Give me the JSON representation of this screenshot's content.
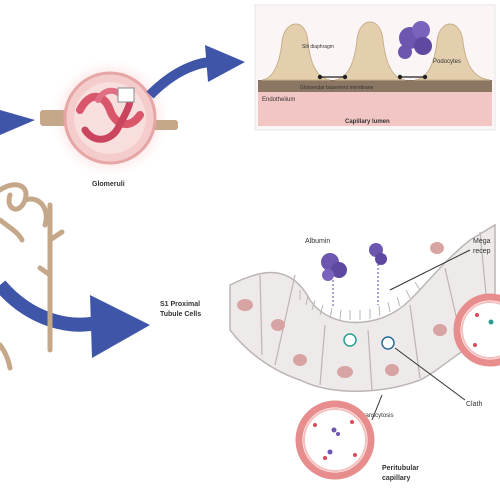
{
  "labels": {
    "glomeruli": "Glomeruli",
    "slit_diaphragm": "Slit diaphragm",
    "podocytes": "Podocytes",
    "gbm": "Glomerular basement membrane",
    "endothelium": "Endothelium",
    "capillary_lumen": "Capillary lumen",
    "albumin": "Albumin",
    "megalin_receptor": "Mega recep",
    "s1_tubule_line1": "S1 Proximal",
    "s1_tubule_line2": "Tubule Cells",
    "clathrin": "Clath",
    "transcytosis": "Transcytosis",
    "peritubular_line1": "Peritubular",
    "peritubular_line2": "capillary"
  },
  "colors": {
    "arrow_blue": "#3f56a8",
    "podocyte_tan": "#e3cfae",
    "gbm_brown": "#7d6b5a",
    "endothelium_pink": "#f3c6c6",
    "protein_purple": "#6d56b0",
    "tubule_cell": "#eeeaea",
    "nucleus": "#d8a3a3",
    "capillary_ring": "#e88d8d",
    "glomerulus_red": "#d9566b"
  }
}
